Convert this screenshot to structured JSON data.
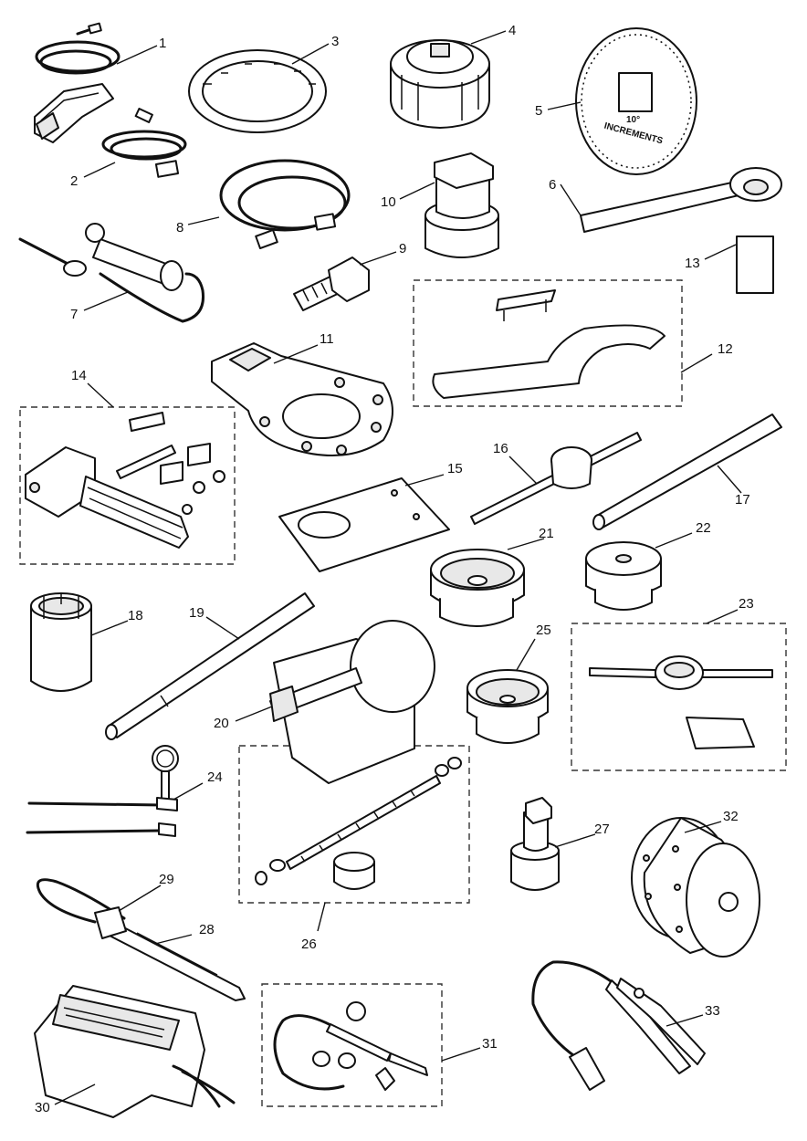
{
  "diagram": {
    "callouts": [
      "1",
      "2",
      "3",
      "4",
      "5",
      "6",
      "7",
      "8",
      "9",
      "10",
      "11",
      "12",
      "13",
      "14",
      "15",
      "16",
      "17",
      "18",
      "19",
      "20",
      "21",
      "22",
      "23",
      "24",
      "25",
      "26",
      "27",
      "28",
      "29",
      "30",
      "31",
      "32",
      "33"
    ],
    "dial": {
      "degrees": "10°",
      "text": "INCREMENTS"
    }
  }
}
